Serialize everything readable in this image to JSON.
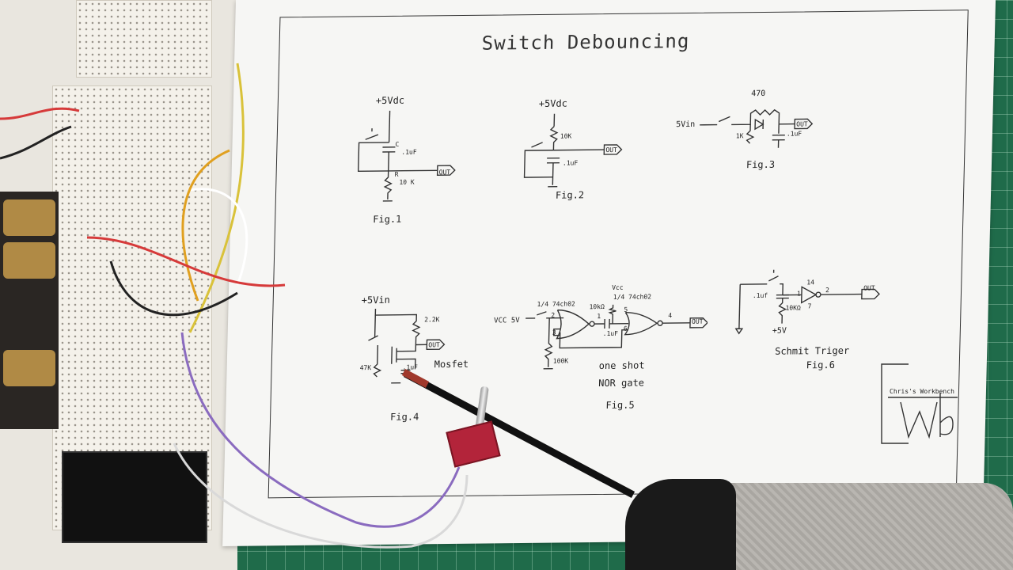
{
  "sheet": {
    "title": "Switch Debouncing",
    "figures": {
      "fig1": {
        "caption": "Fig.1",
        "supply": "+5Vdc",
        "cap_name": "C",
        "cap_value": ".1uF",
        "res_name": "R",
        "res_value": "10 K",
        "out": "OUT"
      },
      "fig2": {
        "caption": "Fig.2",
        "supply": "+5Vdc",
        "res_value": "10K",
        "cap_value": ".1uF",
        "out": "OUT"
      },
      "fig3": {
        "caption": "Fig.3",
        "res_top": "470",
        "input": "5Vin",
        "res_left": "1K",
        "cap_value": ".1uF",
        "out": "OUT"
      },
      "fig4": {
        "caption": "Fig.4",
        "supply": "+5Vin",
        "res_top": "2.2K",
        "res_left": "47K",
        "cap_value": ".1uF",
        "device": "Mosfet",
        "out": "OUT"
      },
      "fig5": {
        "caption": "Fig.5",
        "input": "VCC 5V",
        "gate1": "1/4 74ch02",
        "gate2": "1/4 74ch02",
        "vcc": "Vcc",
        "res_a": "10kΩ",
        "res_b": "100K",
        "cap_value": ".1uF",
        "desc1": "one shot",
        "desc2": "NOR gate",
        "pin_labels": [
          "2",
          "1",
          "3",
          "5",
          "6",
          "4"
        ],
        "out": "OUT"
      },
      "fig6": {
        "caption": "Fig.6",
        "cap_value": ".1uf",
        "res_value": "10KΩ",
        "supply": "+5V",
        "pin_in": "1",
        "pin_vcc": "14",
        "pin_gnd": "7",
        "pin_out": "2",
        "name": "Schmit Triger",
        "out": "OUT"
      }
    },
    "logo_text": "Chris's Workbench"
  },
  "colors": {
    "mat": "#1f6b4a",
    "paper": "#f6f6f4",
    "ink": "#333333",
    "switch": "#b3243a"
  }
}
